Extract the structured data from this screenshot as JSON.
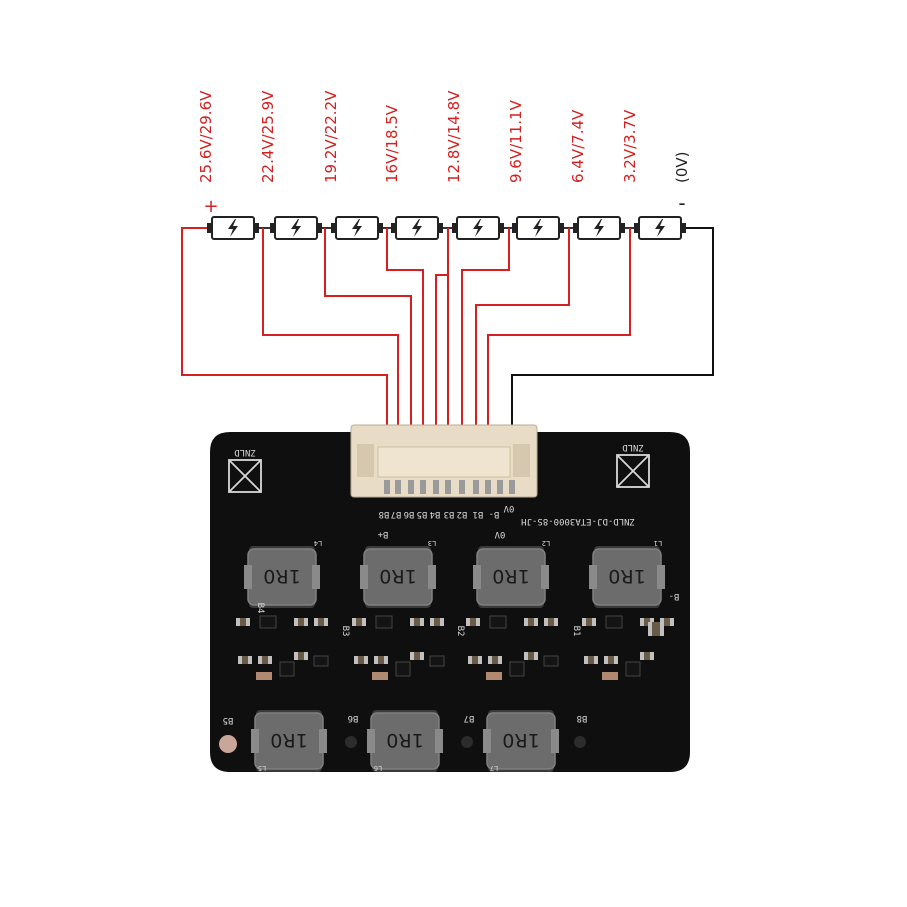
{
  "colors": {
    "positive_wire": "#d42020",
    "negative_wire": "#111111",
    "label_red": "#d42020",
    "label_black": "#222222",
    "board": "#0f0f10",
    "connector": "#e8dcc6",
    "inductor": "#5a5a5a",
    "silkscreen": "#d8d8d8"
  },
  "voltage_labels": [
    {
      "text": "25.6V/29.6V",
      "color": "red"
    },
    {
      "text": "22.4V/25.9V",
      "color": "red"
    },
    {
      "text": "19.2V/22.2V",
      "color": "red"
    },
    {
      "text": "16V/18.5V",
      "color": "red"
    },
    {
      "text": "12.8V/14.8V",
      "color": "red"
    },
    {
      "text": "9.6V/11.1V",
      "color": "red"
    },
    {
      "text": "6.4V/7.4V",
      "color": "red"
    },
    {
      "text": "3.2V/3.7V",
      "color": "red"
    },
    {
      "text": "(0V)",
      "color": "black"
    }
  ],
  "terminals": {
    "plus": "+",
    "minus": "-"
  },
  "battery_icon": "battery-bolt-icon",
  "board": {
    "logo_text": "ZNLD",
    "model_text": "ZNLD-DJ-ETA3000-8S-JH",
    "pin_labels": [
      "B8",
      "B7",
      "B6",
      "B5",
      "B4",
      "B3",
      "B2",
      "B1",
      "B-"
    ],
    "bplus": "B+",
    "zero_v": "0V",
    "bminus": "B-",
    "inductor_value": "1R0",
    "inductor_refs": [
      "L4",
      "L3",
      "L2",
      "L1",
      "L5",
      "L6",
      "L7"
    ],
    "corner_labels": [
      "B5",
      "B6",
      "B7",
      "B8"
    ],
    "section_labels": [
      "B4",
      "B3",
      "B2",
      "B1"
    ]
  }
}
